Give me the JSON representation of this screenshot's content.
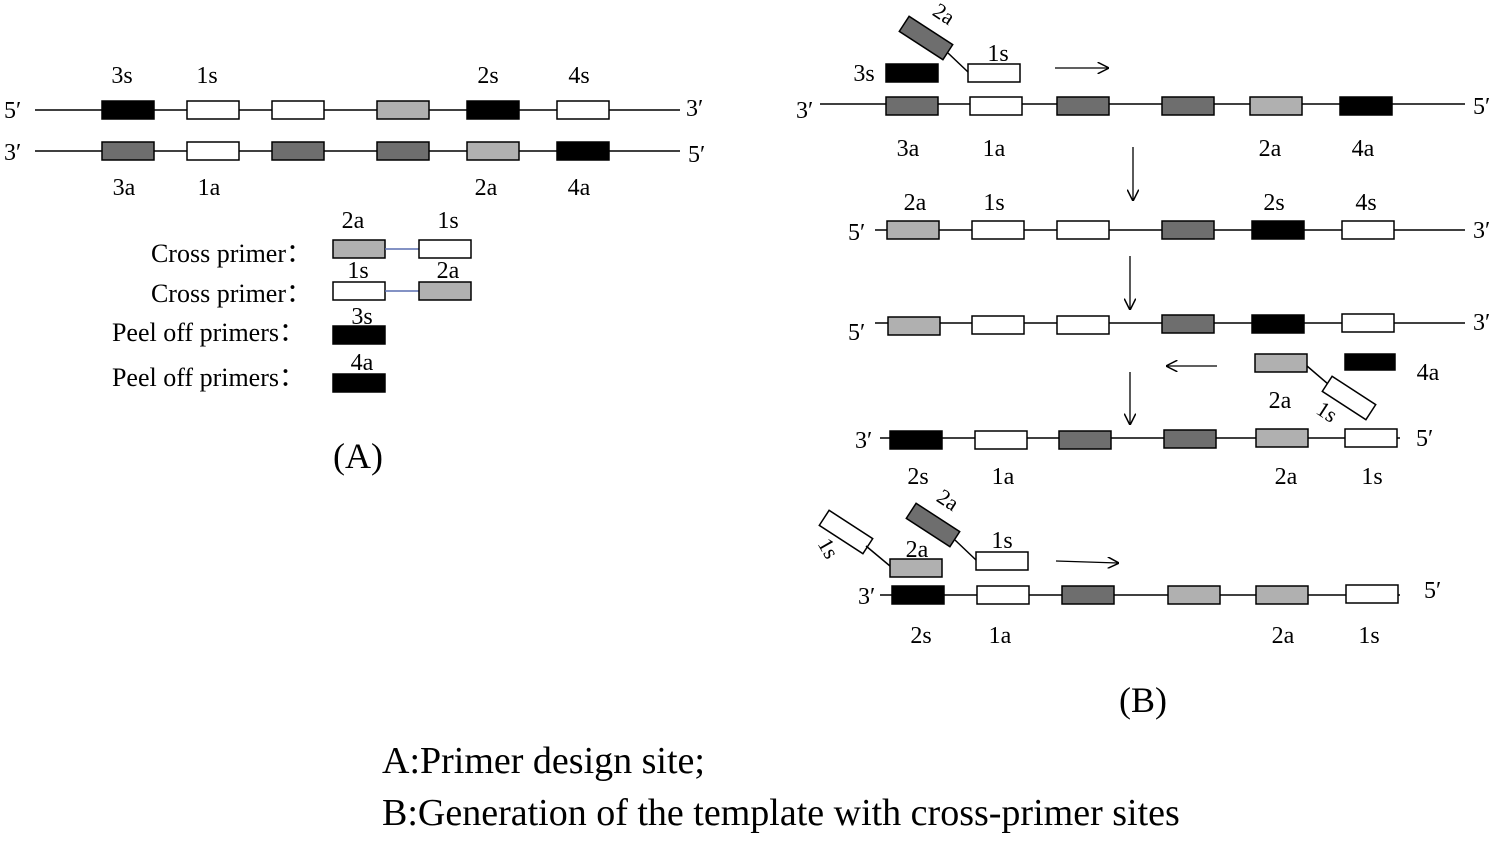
{
  "colors": {
    "black": "#000000",
    "dark": "#6e6e6e",
    "light": "#b0b0b0",
    "white": "#ffffff",
    "linker": "#5a6fb0"
  },
  "panel_a": {
    "label": "(A)",
    "strand_top": {
      "left_end": "5′",
      "right_end": "3′",
      "sites_above": [
        "3s",
        "1s",
        "2s",
        "4s"
      ]
    },
    "strand_bottom": {
      "left_end": "3′",
      "right_end": "5′",
      "sites_below": [
        "3a",
        "1a",
        "2a",
        "4a"
      ]
    },
    "primers": [
      {
        "label": "Cross primer：",
        "parts": [
          "2a",
          "1s"
        ]
      },
      {
        "label": "Cross primer：",
        "parts": [
          "1s",
          "2a"
        ]
      },
      {
        "label": "Peel off primers：",
        "parts": [
          "3s"
        ]
      },
      {
        "label": "Peel off primers：",
        "parts": [
          "4a"
        ]
      }
    ]
  },
  "panel_b": {
    "label": "(B)",
    "step1": {
      "primer_labels": [
        "2a",
        "1s",
        "3s"
      ],
      "strand": {
        "left_end": "3′",
        "right_end": "5′",
        "sites_below": [
          "3a",
          "1a",
          "2a",
          "4a"
        ]
      }
    },
    "step2": {
      "strand": {
        "left_end": "5′",
        "right_end": "3′",
        "sites_above": [
          "2a",
          "1s",
          "2s",
          "4s"
        ]
      }
    },
    "step3": {
      "strand": {
        "left_end": "5′",
        "right_end": "3′"
      },
      "primer_labels": [
        "2a",
        "1s",
        "4a"
      ]
    },
    "step4": {
      "strand": {
        "left_end": "3′",
        "right_end": "5′",
        "sites_below": [
          "2s",
          "1a",
          "2a",
          "1s"
        ]
      }
    },
    "step5": {
      "primer_labels": [
        "1s",
        "2a",
        "2a",
        "1s"
      ],
      "strand": {
        "left_end": "3′",
        "right_end": "5′",
        "sites_below": [
          "2s",
          "1a",
          "2a",
          "1s"
        ]
      }
    }
  },
  "captions": {
    "a": "A:Primer design site;",
    "b": "B:Generation of the template with cross-primer sites"
  }
}
